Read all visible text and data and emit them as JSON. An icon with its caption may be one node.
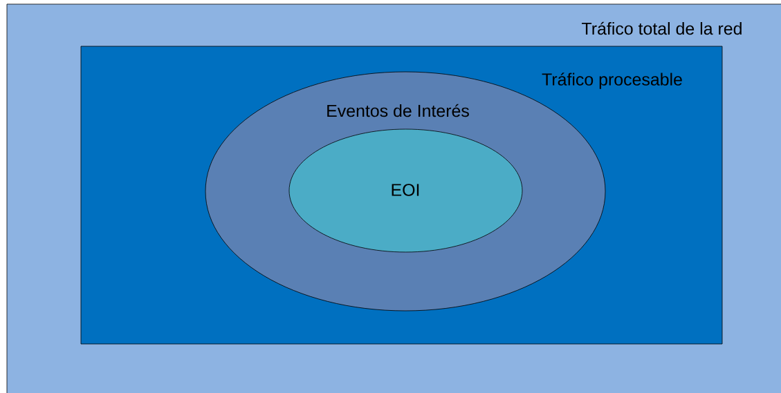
{
  "diagram": {
    "nodes": [
      {
        "text": [
          "Tráfico total de la red"
        ]
      },
      {
        "text": [
          "Tráfico procesable"
        ],
        "in": 0
      },
      {
        "text": [
          "Eventos de Interés"
        ],
        "in": 1
      },
      {
        "text": [
          "EOI"
        ],
        "in": 2
      }
    ]
  }
}
